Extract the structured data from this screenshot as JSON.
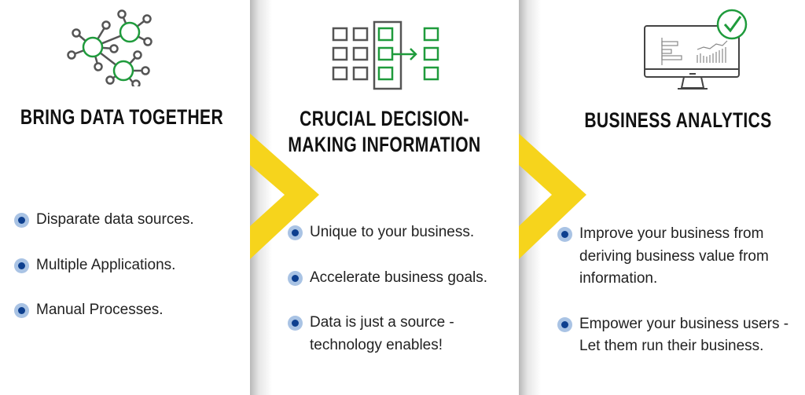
{
  "colors": {
    "accent_yellow": "#f6d41c",
    "icon_green": "#1f9b3c",
    "icon_gray": "#555555",
    "bullet_dark": "#0d3f8f",
    "bullet_light": "#a9c3e4"
  },
  "panels": [
    {
      "icon": "network-nodes-icon",
      "heading": [
        "BRING DATA TOGETHER"
      ],
      "bullets": [
        "Disparate data sources.",
        "Multiple Applications.",
        "Manual Processes."
      ]
    },
    {
      "icon": "data-flow-grid-icon",
      "heading": [
        "CRUCIAL DECISION-",
        "MAKING INFORMATION"
      ],
      "bullets": [
        "Unique to your business.",
        "Accelerate business goals.",
        "Data is just a source - technology enables!"
      ]
    },
    {
      "icon": "analytics-monitor-check-icon",
      "heading": [
        "BUSINESS ANALYTICS"
      ],
      "bullets": [
        "Improve your business from deriving business value from information.",
        "Empower your business users - Let them run their business."
      ]
    }
  ]
}
